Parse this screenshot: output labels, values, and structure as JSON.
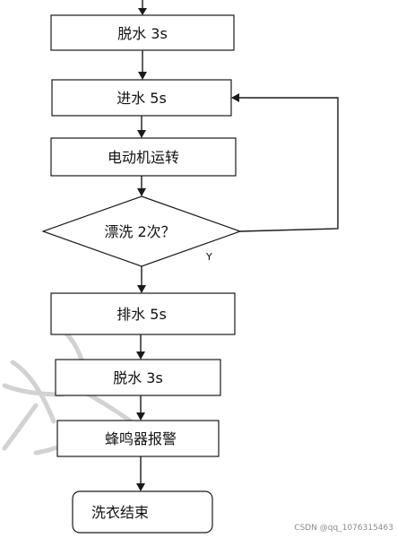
{
  "steps": {
    "spin_dry_1": "脱水 3s",
    "water_in": "进水 5s",
    "motor_run": "电动机运转",
    "rinse_check": "漂洗 2次？",
    "drain": "排水 5s",
    "spin_dry_2": "脱水 3s",
    "buzzer": "蜂鸣器报警",
    "finish": "洗衣结束"
  },
  "branch": {
    "yes_label": "Y"
  },
  "watermark": {
    "credit": "CSDN @qq_1076315463"
  }
}
